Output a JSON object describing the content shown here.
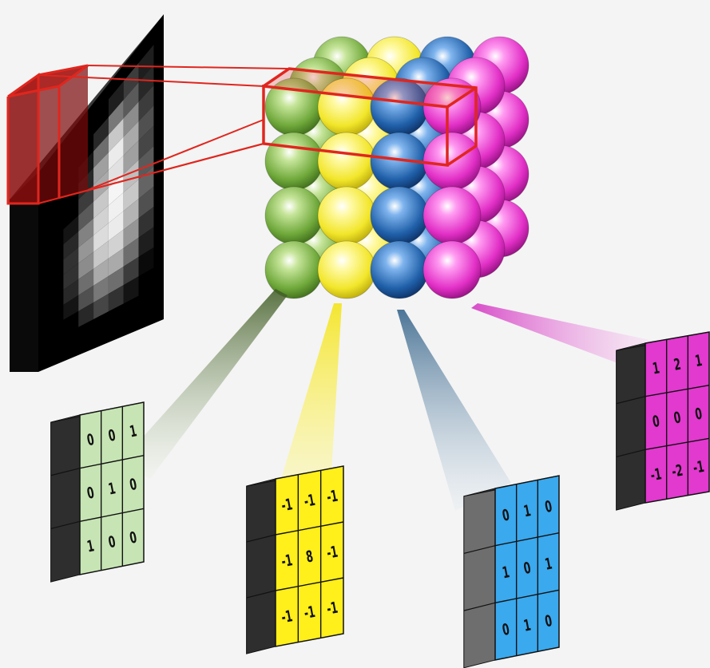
{
  "kernels": [
    {
      "id": "green",
      "face": "#c7e5b4",
      "values": [
        "0",
        "0",
        "1",
        "0",
        "1",
        "0",
        "1",
        "0",
        "0"
      ]
    },
    {
      "id": "yellow",
      "face": "#ffef1a",
      "values": [
        "-1",
        "-1",
        "-1",
        "-1",
        "8",
        "-1",
        "-1",
        "-1",
        "-1"
      ]
    },
    {
      "id": "blue",
      "face": "#3aa9ee",
      "values": [
        "0",
        "1",
        "0",
        "1",
        "0",
        "1",
        "0",
        "1",
        "0"
      ]
    },
    {
      "id": "magenta",
      "face": "#e239cf",
      "values": [
        "1",
        "2",
        "1",
        "0",
        "0",
        "0",
        "-1",
        "-2",
        "-1"
      ]
    }
  ],
  "sphere_colors": {
    "green": "#6fa83a",
    "yellow": "#f2e62a",
    "blue": "#1f5fa8",
    "magenta": "#e22fc6"
  },
  "highlight_color": "#e0261e"
}
